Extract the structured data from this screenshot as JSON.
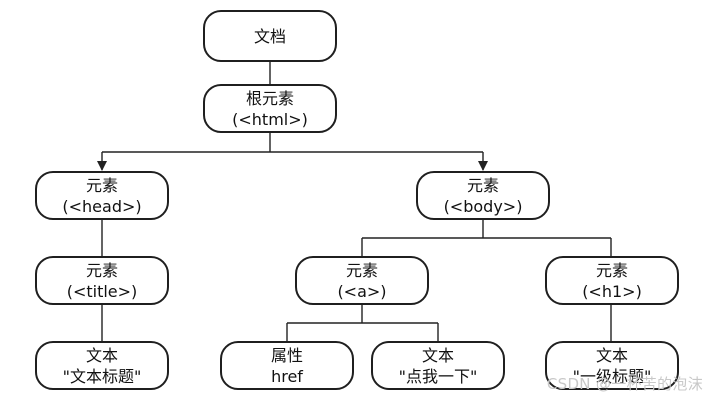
{
  "diagram": {
    "nodes": {
      "doc": {
        "line1": "文档",
        "line2": ""
      },
      "html": {
        "line1": "根元素",
        "line2": "(<html>)"
      },
      "head": {
        "line1": "元素",
        "line2": "(<head>)"
      },
      "body": {
        "line1": "元素",
        "line2": "(<body>)"
      },
      "title": {
        "line1": "元素",
        "line2": "(<title>)"
      },
      "a": {
        "line1": "元素",
        "line2": "(<a>)"
      },
      "h1": {
        "line1": "元素",
        "line2": "(<h1>)"
      },
      "titleText": {
        "line1": "文本",
        "line2": "\"文本标题\""
      },
      "href": {
        "line1": "属性",
        "line2": "href"
      },
      "aText": {
        "line1": "文本",
        "line2": "\"点我一下\""
      },
      "h1Text": {
        "line1": "文本",
        "line2": "\"一级标题\""
      }
    },
    "watermark": "CSDN @一杯苦的泡沫"
  }
}
